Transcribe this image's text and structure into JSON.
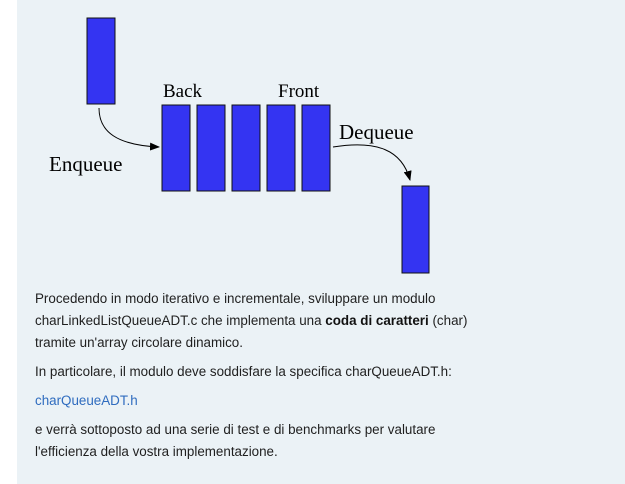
{
  "diagram": {
    "label_back": "Back",
    "label_front": "Front",
    "label_enqueue": "Enqueue",
    "label_dequeue": "Dequeue",
    "box_fill": "#3434f2",
    "box_stroke": "#111111",
    "queue_slots": 5
  },
  "text": {
    "p1_part1": "Procedendo in modo iterativo e incrementale, sviluppare un modulo",
    "p1_part2": "charLinkedListQueueADT.c che implementa una ",
    "p1_bold": "coda di caratteri",
    "p1_part3": " (char)",
    "p1_part4": "tramite un'array circolare dinamico.",
    "p2": "In particolare, il modulo deve soddisfare la specifica charQueueADT.h:",
    "link": "charQueueADT.h",
    "p3_line1": "e verrà sottoposto ad una serie di test e di benchmarks per valutare",
    "p3_line2": "l'efficienza della vostra implementazione."
  },
  "colors": {
    "panel_bg": "#ebf2f6",
    "link": "#2f6cbf"
  }
}
